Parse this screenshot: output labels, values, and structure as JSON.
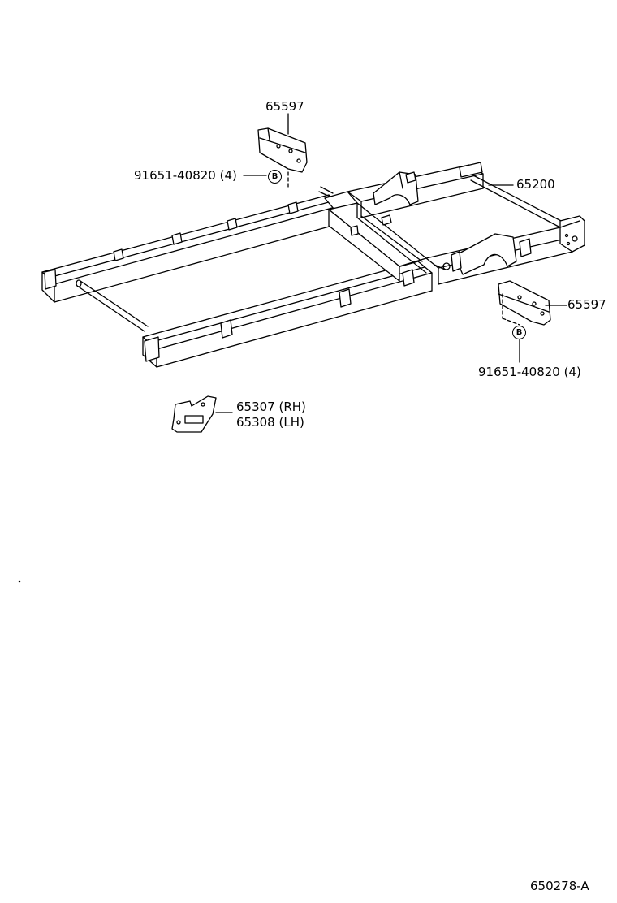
{
  "parts": {
    "bracket_top": "65597",
    "bracket_right": "65597",
    "frame": "65200",
    "bolt_top": "91651-40820 (4)",
    "bolt_right": "91651-40820 (4)",
    "bolt_marker_top": "B",
    "bolt_marker_right": "B",
    "plate_rh": "65307 (RH)",
    "plate_lh": "65308 (LH)"
  },
  "diagram_code": "650278-A"
}
